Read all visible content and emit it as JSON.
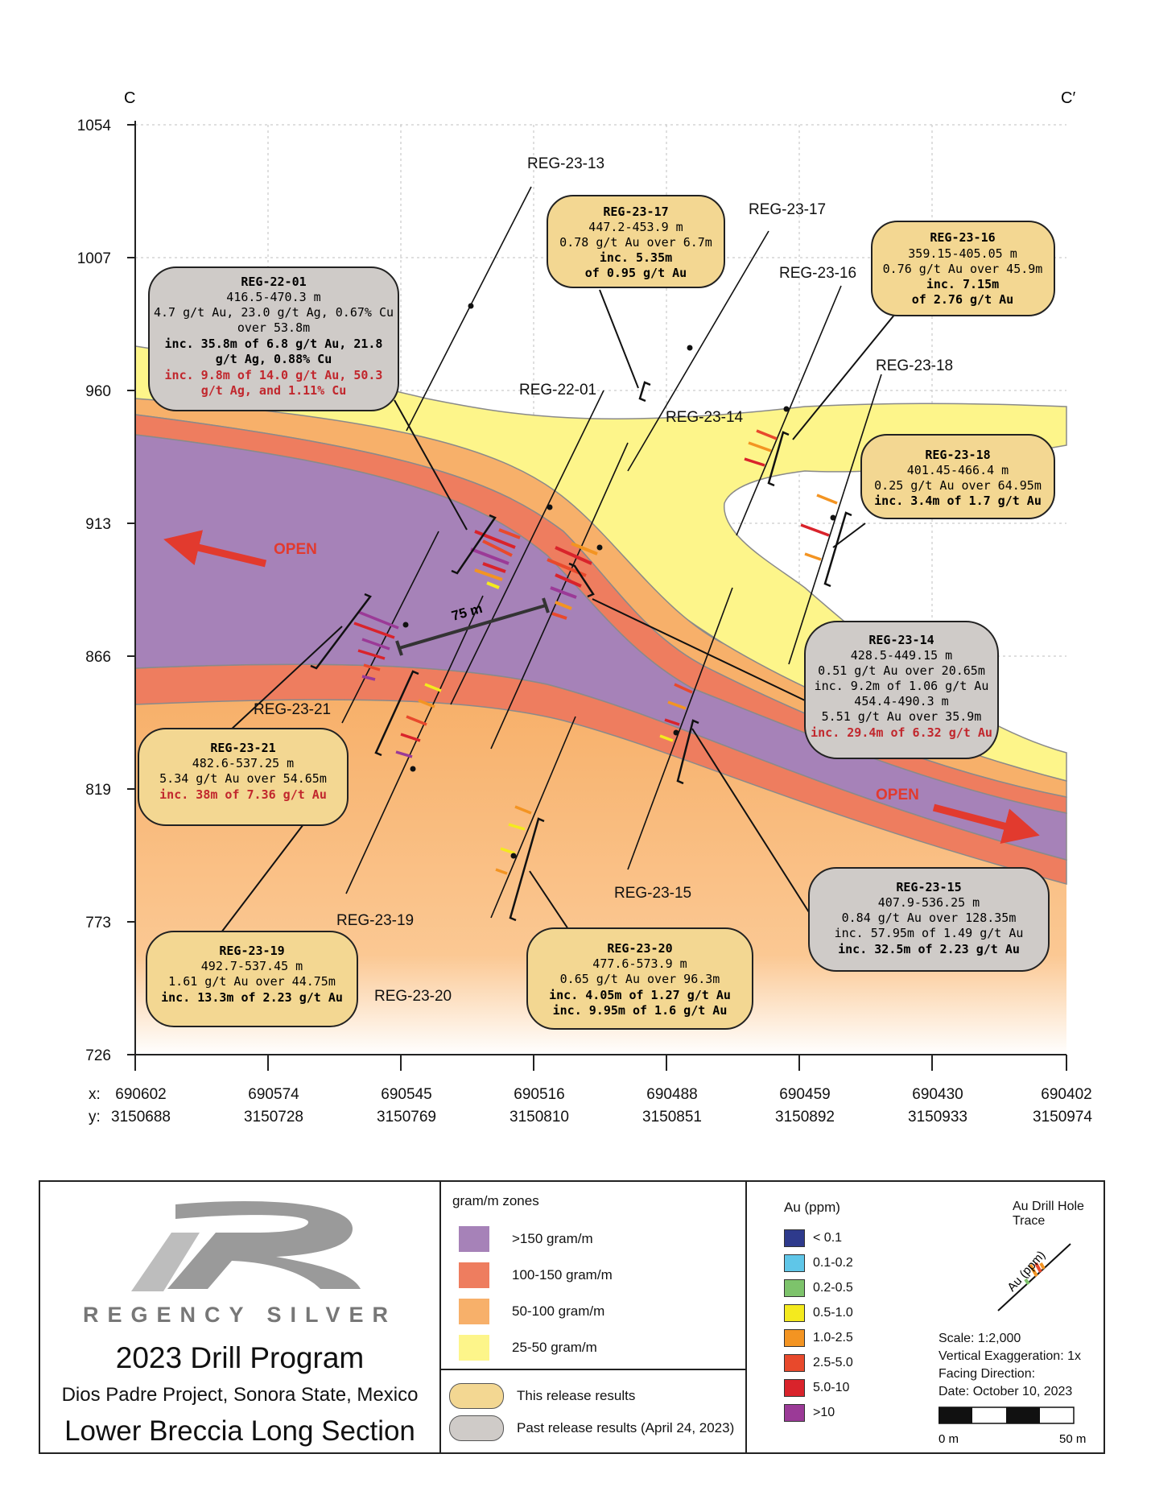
{
  "section_ends": {
    "start": "C",
    "end": "C′"
  },
  "elevation_ticks": [
    "1054",
    "1007",
    "960",
    "913",
    "866",
    "819",
    "773",
    "726"
  ],
  "coordinates": {
    "x_prefix": "x:",
    "y_prefix": "y:",
    "x": [
      "690602",
      "690574",
      "690545",
      "690516",
      "690488",
      "690459",
      "690430",
      "690402"
    ],
    "y": [
      "3150688",
      "3150728",
      "3150769",
      "3150810",
      "3150851",
      "3150892",
      "3150933",
      "3150974"
    ]
  },
  "labels": {
    "open_left": "OPEN",
    "open_right": "OPEN",
    "distance": "75 m"
  },
  "hole_names": {
    "reg_23_13": "REG-23-13",
    "reg_23_17": "REG-23-17",
    "reg_23_16": "REG-23-16",
    "reg_23_18": "REG-23-18",
    "reg_22_01": "REG-22-01",
    "reg_23_14": "REG-23-14",
    "reg_23_21": "REG-23-21",
    "reg_23_19": "REG-23-19",
    "reg_23_20": "REG-23-20",
    "reg_23_15": "REG-23-15"
  },
  "callouts": {
    "c2201": {
      "title": "REG-22-01",
      "l1": "416.5-470.3 m",
      "l2": "4.7 g/t Au, 23.0 g/t Ag, 0.67% Cu",
      "l3": "over 53.8m",
      "b1": "inc. 35.8m of 6.8 g/t Au, 21.8",
      "b2": "g/t Ag, 0.88% Cu",
      "r1": "inc. 9.8m of 14.0 g/t Au, 50.3",
      "r2": "g/t Ag, and 1.11% Cu"
    },
    "c2317": {
      "title": "REG-23-17",
      "l1": "447.2-453.9 m",
      "l2": "0.78 g/t Au over 6.7m",
      "b1": "inc. 5.35m",
      "b2": "of 0.95 g/t Au"
    },
    "c2316": {
      "title": "REG-23-16",
      "l1": "359.15-405.05 m",
      "l2": "0.76 g/t Au over 45.9m",
      "b1": "inc. 7.15m",
      "b2": "of 2.76 g/t Au"
    },
    "c2318": {
      "title": "REG-23-18",
      "l1": "401.45-466.4 m",
      "l2": "0.25 g/t Au over 64.95m",
      "b1": "inc. 3.4m of 1.7 g/t Au"
    },
    "c2314": {
      "title": "REG-23-14",
      "l1": "428.5-449.15 m",
      "l2": "0.51 g/t Au over 20.65m",
      "l3": "inc. 9.2m of 1.06 g/t Au",
      "l4": "454.4-490.3 m",
      "l5": "5.51 g/t Au over 35.9m",
      "r1": "inc. 29.4m of 6.32 g/t Au"
    },
    "c2321": {
      "title": "REG-23-21",
      "l1": "482.6-537.25 m",
      "l2": "5.34 g/t Au over 54.65m",
      "r1": "inc. 38m of 7.36 g/t Au"
    },
    "c2315": {
      "title": "REG-23-15",
      "l1": "407.9-536.25 m",
      "l2": "0.84 g/t Au over 128.35m",
      "l3": "inc. 57.95m of 1.49 g/t Au",
      "b1": "inc. 32.5m of 2.23 g/t Au"
    },
    "c2319": {
      "title": "REG-23-19",
      "l1": "492.7-537.45 m",
      "l2": "1.61 g/t Au over 44.75m",
      "b1": "inc. 13.3m of 2.23 g/t Au"
    },
    "c2320": {
      "title": "REG-23-20",
      "l1": "477.6-573.9 m",
      "l2": "0.65 g/t Au over 96.3m",
      "b1": "inc. 4.05m of 1.27 g/t Au",
      "b2": "inc. 9.95m of 1.6 g/t Au"
    }
  },
  "colors": {
    "purple_zone": "#a682b8",
    "red_zone": "#ee7d5f",
    "orange_zone": "#f7b06a",
    "yellow_zone": "#fdf58a",
    "this_release": "#f3d792",
    "past_release": "#cfcbc8",
    "arrow": "#e23a2e"
  },
  "legend": {
    "brand": "REGENCY SILVER",
    "program": "2023 Drill Program",
    "project": "Dios Padre Project, Sonora State, Mexico",
    "section": "Lower Breccia Long Section",
    "zones_title": "gram/m zones",
    "zones": [
      {
        "label": ">150 gram/m",
        "color": "#a682b8"
      },
      {
        "label": "100-150 gram/m",
        "color": "#ee7d5f"
      },
      {
        "label": "50-100 gram/m",
        "color": "#f7b06a"
      },
      {
        "label": "25-50 gram/m",
        "color": "#fdf58a"
      }
    ],
    "this_release": "This release results",
    "past_release": "Past release results (April 24, 2023)",
    "au_title": "Au (ppm)",
    "au_bins": [
      {
        "label": "< 0.1",
        "color": "#2e3a8c"
      },
      {
        "label": "0.1-0.2",
        "color": "#5fc6e8"
      },
      {
        "label": "0.2-0.5",
        "color": "#7dc36b"
      },
      {
        "label": "0.5-1.0",
        "color": "#f4ea1e"
      },
      {
        "label": "1.0-2.5",
        "color": "#f39422"
      },
      {
        "label": "2.5-5.0",
        "color": "#e8492c"
      },
      {
        "label": "5.0-10",
        "color": "#d9232b"
      },
      {
        "label": ">10",
        "color": "#9b3a97"
      }
    ],
    "trace_title": "Au Drill Hole Trace",
    "trace_axis": "Au (ppm)",
    "scale": "Scale: 1:2,000",
    "vert": "Vertical Exaggeration: 1x",
    "facing": "Facing Direction:",
    "date": "Date: October 10, 2023",
    "scale_min": "0 m",
    "scale_max": "50 m"
  }
}
